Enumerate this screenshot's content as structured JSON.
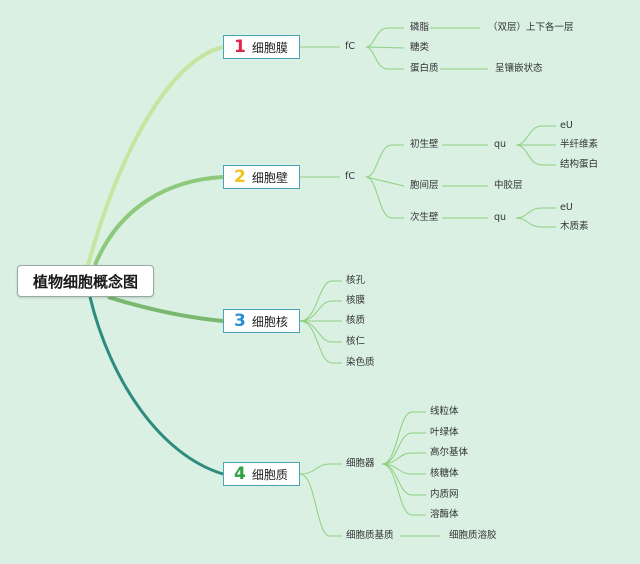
{
  "root": {
    "label": "植物细胞概念图"
  },
  "branches": [
    {
      "number": "1",
      "label": "细胞膜",
      "number_color": "#e0264a",
      "connector": "fC",
      "children": [
        {
          "label": "磷脂",
          "detail": "（双层）上下各一层"
        },
        {
          "label": "糖类"
        },
        {
          "label": "蛋白质",
          "detail": "呈镶嵌状态"
        }
      ]
    },
    {
      "number": "2",
      "label": "细胞壁",
      "number_color": "#f2c21a",
      "connector": "fC",
      "children": [
        {
          "label": "初生壁",
          "sub": "qu",
          "items": [
            "eU",
            "半纤维素",
            "结构蛋白"
          ]
        },
        {
          "label": "胞间层",
          "detail": "中胶层"
        },
        {
          "label": "次生壁",
          "sub": "qu",
          "items": [
            "eU",
            "木质素"
          ]
        }
      ]
    },
    {
      "number": "3",
      "label": "细胞核",
      "number_color": "#2a8fd0",
      "children": [
        {
          "label": "核孔"
        },
        {
          "label": "核膜"
        },
        {
          "label": "核质"
        },
        {
          "label": "核仁"
        },
        {
          "label": "染色质"
        }
      ]
    },
    {
      "number": "4",
      "label": "细胞质",
      "number_color": "#2ea043",
      "children": [
        {
          "label": "细胞器",
          "items": [
            "线粒体",
            "叶绿体",
            "高尔基体",
            "核糖体",
            "内质网",
            "溶酶体"
          ]
        },
        {
          "label": "细胞质基质",
          "detail": "细胞质溶胶"
        }
      ]
    }
  ],
  "colors": {
    "background": "#d9f0e3",
    "branch_line_1": "#c5e6a0",
    "branch_line_2": "#8cc97a",
    "branch_line_3": "#79b86e",
    "branch_line_4": "#2d8c7e",
    "sub_line": "#8fd07f"
  }
}
